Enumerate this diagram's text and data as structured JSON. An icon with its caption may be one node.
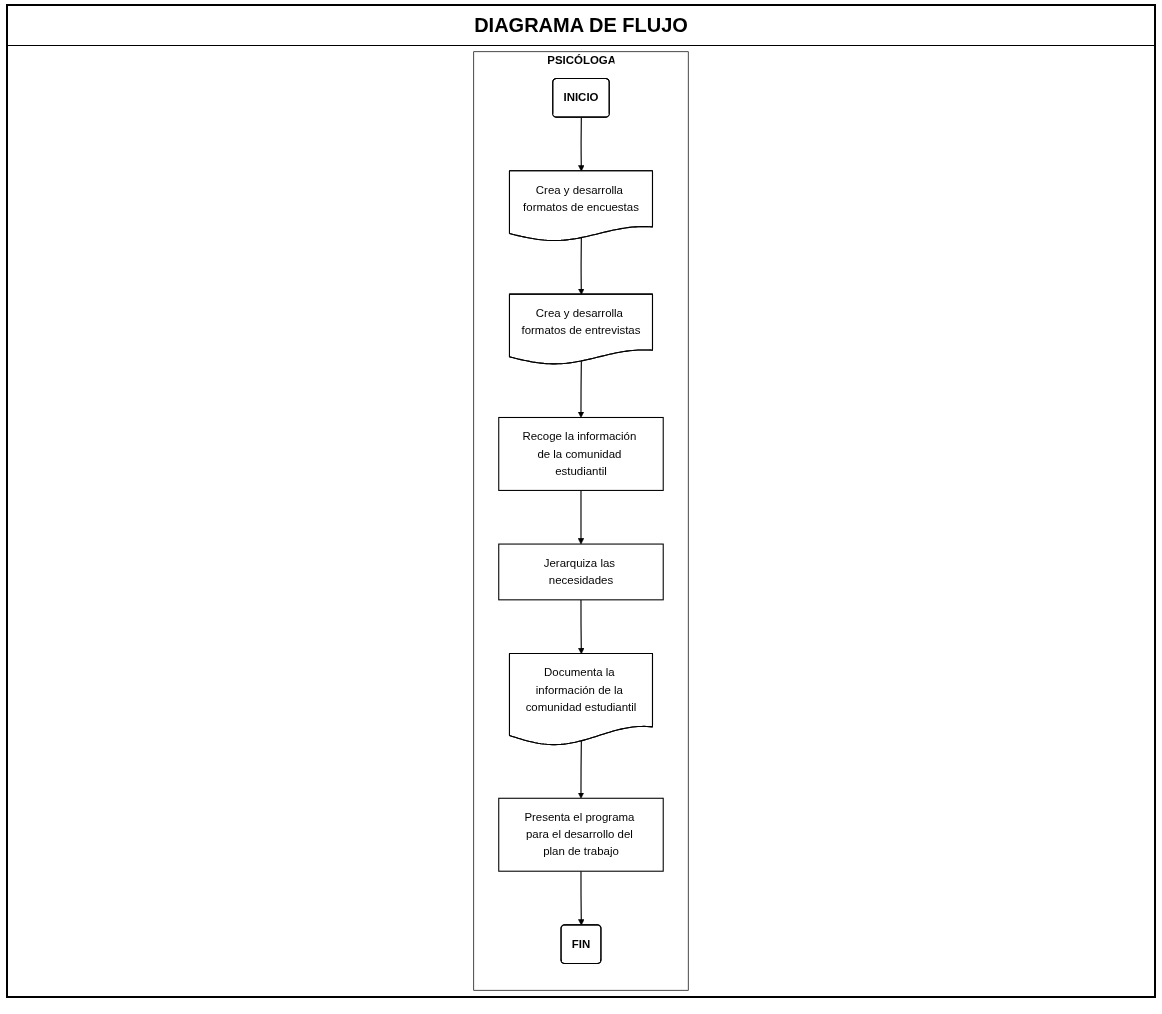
{
  "diagram": {
    "title": "DIAGRAMA DE FLUJO",
    "nodes": [
      {
        "text": [
          "PSICÓLOGA"
        ]
      },
      {
        "text": [
          "INICIO"
        ],
        "in": 0
      },
      {
        "text": [
          "Crea y desarrolla formatos de encuestas"
        ],
        "in": 0
      },
      {
        "text": [
          "Crea y desarrolla formatos de entrevistas"
        ],
        "in": 0
      },
      {
        "text": [
          "Recoge la información de la comunidad estudiantil"
        ],
        "in": 0
      },
      {
        "text": [
          "Jerarquiza las necesidades"
        ],
        "in": 0
      },
      {
        "text": [
          "Documenta la información de la comunidad estudiantil"
        ],
        "in": 0
      },
      {
        "text": [
          "Presenta el programa para el desarrollo del plan de trabajo"
        ],
        "in": 0
      },
      {
        "text": [
          "FIN"
        ],
        "in": 0
      }
    ],
    "edges": [
      {
        "from": 1,
        "to": 2,
        "arrow": "to"
      },
      {
        "from": 2,
        "to": 3,
        "arrow": "to"
      },
      {
        "from": 3,
        "to": 4,
        "arrow": "to"
      },
      {
        "from": 4,
        "to": 5,
        "arrow": "to"
      },
      {
        "from": 5,
        "to": 6,
        "arrow": "to"
      },
      {
        "from": 6,
        "to": 7,
        "arrow": "to"
      },
      {
        "from": 7,
        "to": 8,
        "arrow": "to"
      }
    ]
  }
}
